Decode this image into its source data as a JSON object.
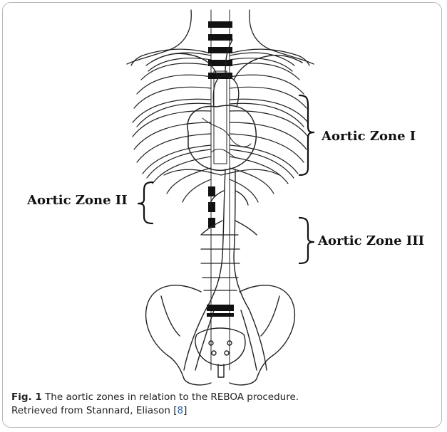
{
  "figure": {
    "zones": [
      {
        "label": "Aortic Zone I"
      },
      {
        "label": "Aortic Zone II"
      },
      {
        "label": "Aortic Zone III"
      }
    ]
  },
  "caption": {
    "fig_label": "Fig. 1",
    "text": " The aortic zones in relation to the REBOA procedure.",
    "source_prefix": "Retrieved from Stannard, Eliason [",
    "ref_number": "8",
    "source_suffix": "]"
  }
}
